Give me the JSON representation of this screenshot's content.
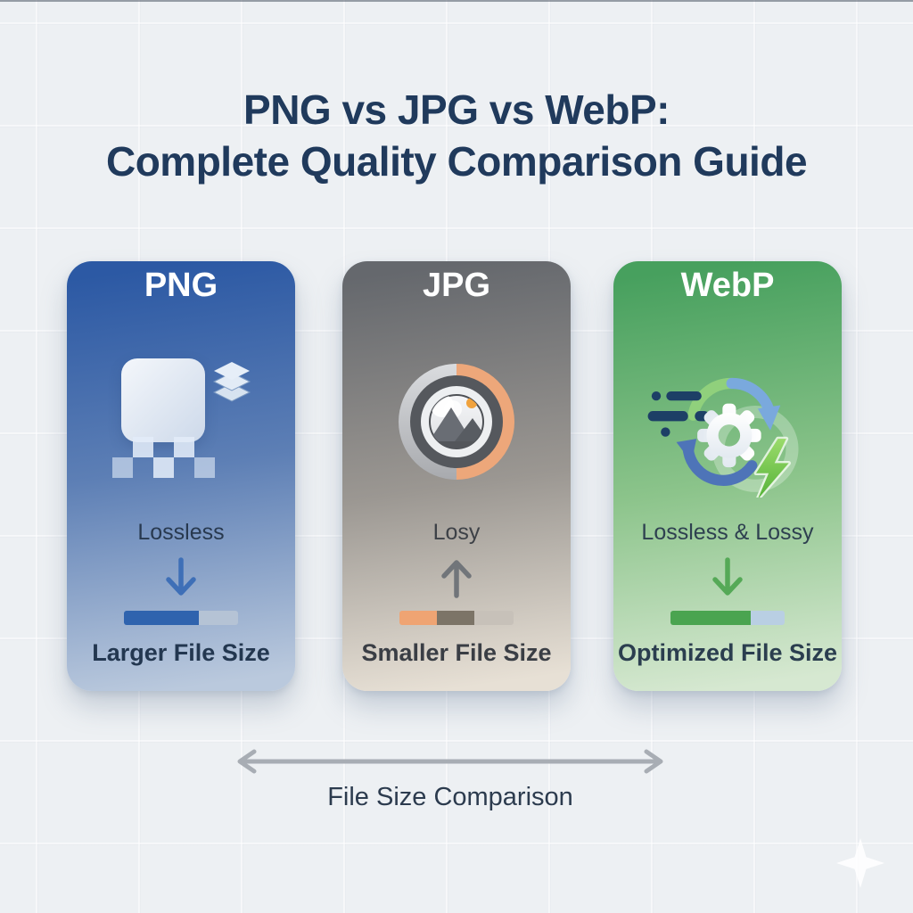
{
  "page": {
    "background_color": "#edf0f3",
    "title_color": "#203a5c"
  },
  "title": {
    "line1": "PNG vs JPG vs WebP:",
    "line2": "Complete Quality Comparison Guide"
  },
  "cards": [
    {
      "name": "PNG",
      "compression_type": "Lossless",
      "size_direction": "down",
      "file_size_label": "Larger File Size",
      "gradient_top": "#2c59a4",
      "gradient_bottom": "#bac9dd",
      "arrow_color": "#3e6fb7",
      "bar": {
        "fill_color": "#2f63ae",
        "rest_color": "#b5c3d5",
        "fill_percent": 66
      },
      "icons": [
        "transparency-square-icon",
        "checkerboard-pattern-icon",
        "layers-icon"
      ]
    },
    {
      "name": "JPG",
      "compression_type": "Losy",
      "size_direction": "up",
      "file_size_label": "Smaller File Size",
      "gradient_top": "#65686d",
      "gradient_bottom": "#e7e0d5",
      "arrow_color": "#71757a",
      "bar": {
        "segment_colors": [
          "#efa473",
          "#7c7467",
          "#c7c1b9"
        ]
      },
      "icons": [
        "photo-quality-dial-icon",
        "mountain-photo-icon",
        "sun-dot-icon"
      ]
    },
    {
      "name": "WebP",
      "compression_type": "Lossless & Lossy",
      "size_direction": "down",
      "file_size_label": "Optimized File Size",
      "gradient_top": "#47a05e",
      "gradient_bottom": "#d6e8d1",
      "arrow_color": "#55a957",
      "bar": {
        "fill_color": "#4aa450",
        "rest_color": "#b9cfe3",
        "fill_percent": 70
      },
      "icons": [
        "speed-lines-icon",
        "gear-icon",
        "sync-arrows-icon",
        "lightning-icon"
      ]
    }
  ],
  "footer": {
    "comparison_label": "File Size Comparison",
    "arrow_color": "#a8adb4"
  },
  "decorations": {
    "sparkle_icon": "four-point-star",
    "sparkle_color": "#ffffff"
  }
}
